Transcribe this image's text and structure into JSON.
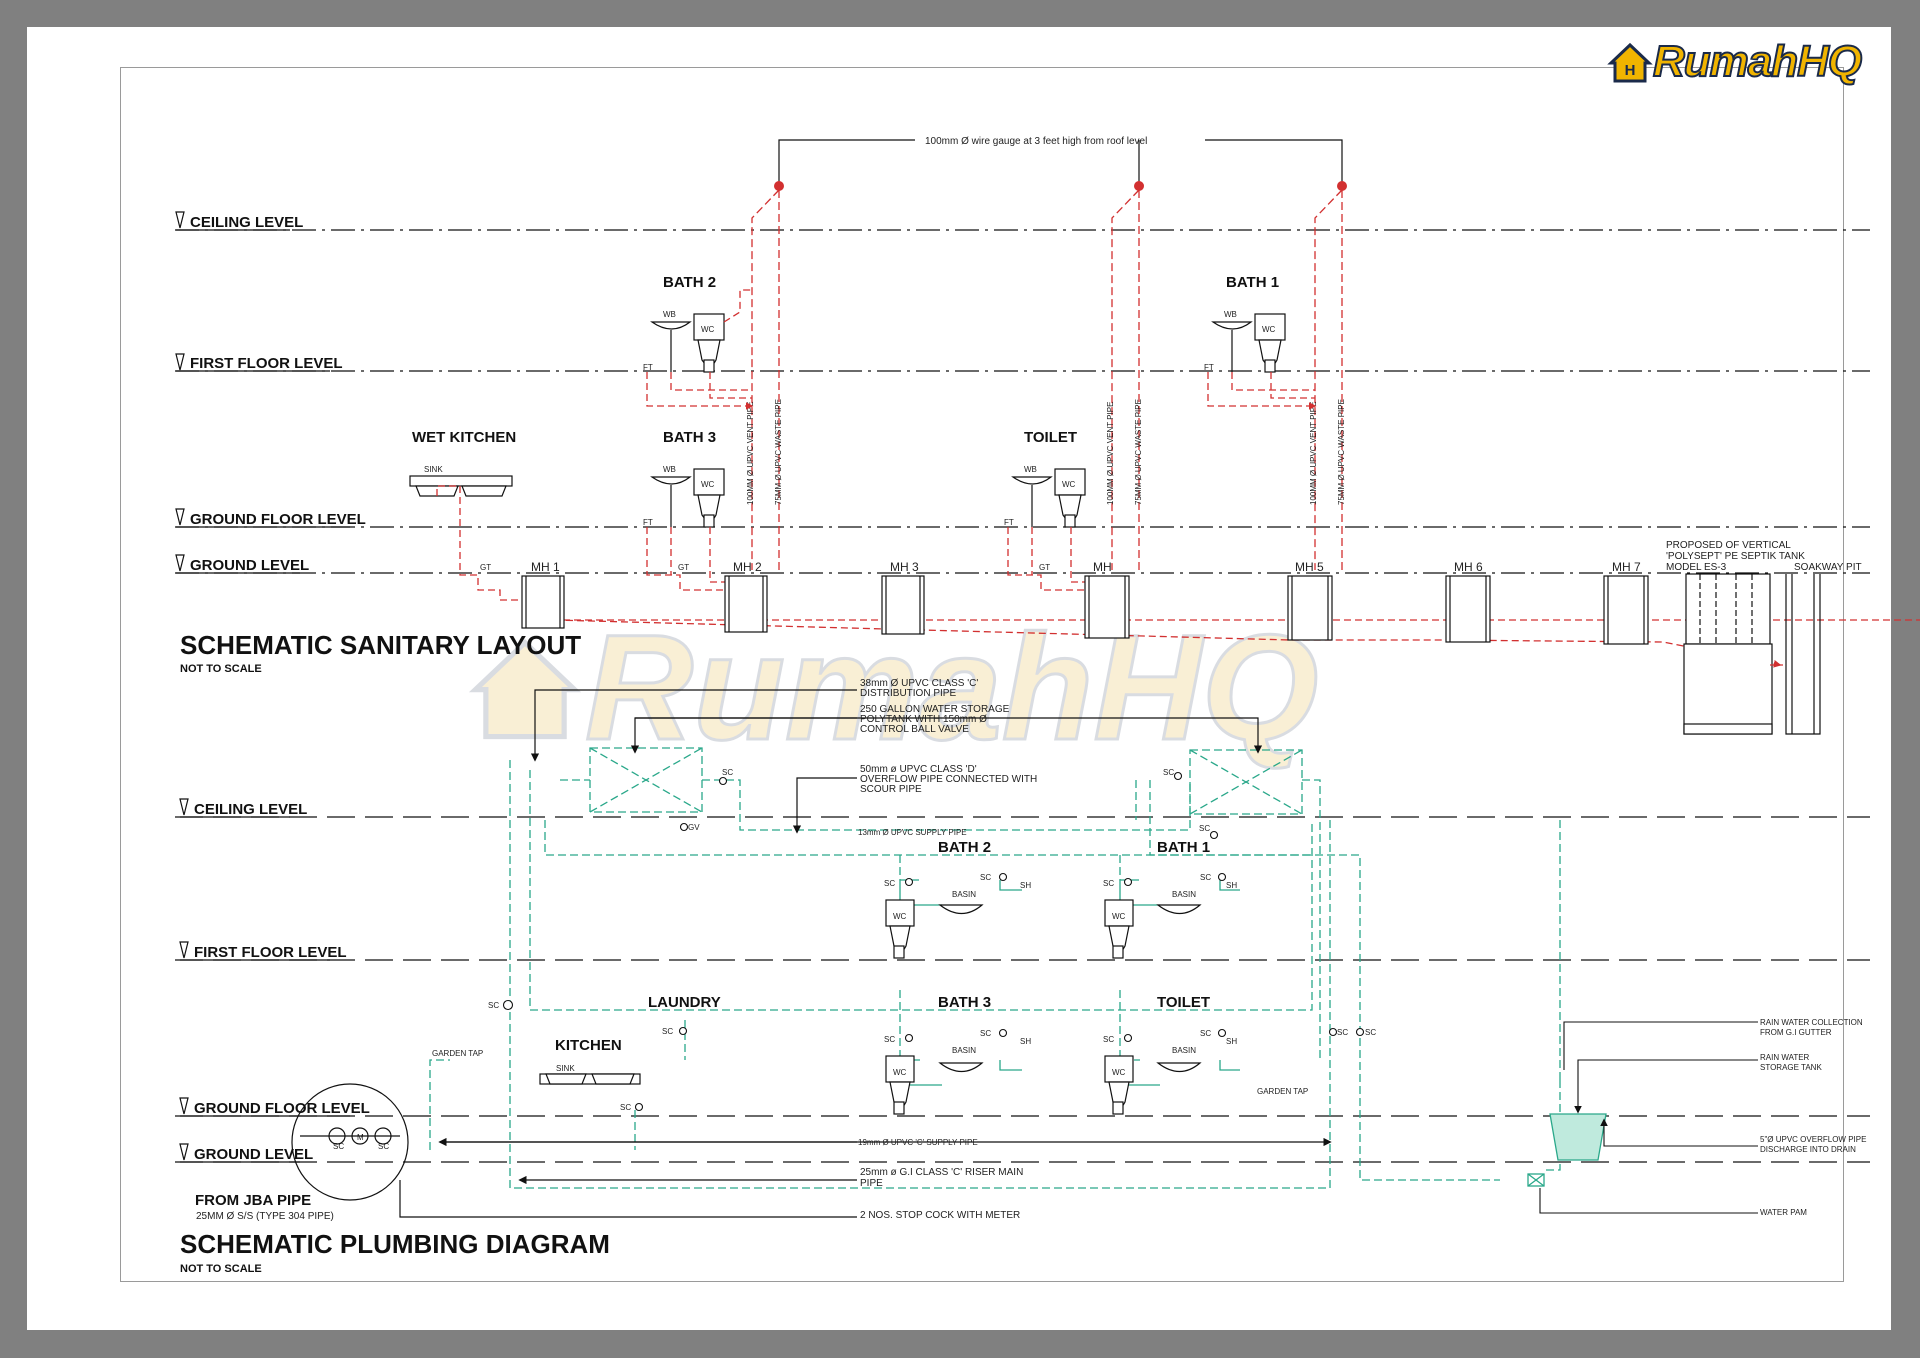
{
  "brand": {
    "name": "RumahHQ",
    "watermark": "RumahHQ"
  },
  "sanitary": {
    "title": "SCHEMATIC SANITARY LAYOUT",
    "subtitle": "NOT TO SCALE",
    "roof_note": "100mm Ø wire gauge at 3 feet high from roof level",
    "levels": {
      "ceiling": "CEILING LEVEL",
      "first_floor": "FIRST  FLOOR LEVEL",
      "ground_floor": "GROUND  FLOOR LEVEL",
      "ground": "GROUND LEVEL"
    },
    "rooms": {
      "bath2": "BATH 2",
      "bath1": "BATH 1",
      "bath3": "BATH 3",
      "toilet": "TOILET",
      "wet_kitchen": "WET KITCHEN"
    },
    "fixtures": {
      "wb": "WB",
      "wc": "WC",
      "ft": "FT",
      "sink": "SINK",
      "gt": "GT"
    },
    "manholes": [
      "MH 1",
      "MH 2",
      "MH 3",
      "MH",
      "MH 5",
      "MH 6",
      "MH 7"
    ],
    "pipes": {
      "vent": "100MM Ø UPVC VENT PIPE",
      "waste": "75MM Ø UPVC WASTE PIPE"
    },
    "septic_note": [
      "PROPOSED OF VERTICAL",
      "'POLYSEPT' PE SEPTIK TANK",
      "MODEL ES-3"
    ],
    "soakaway": "SOAKWAY PIT"
  },
  "plumbing": {
    "title": "SCHEMATIC PLUMBING DIAGRAM",
    "subtitle": "NOT TO SCALE",
    "levels": {
      "ceiling": "CEILING LEVEL",
      "first_floor": "FIRST  FLOOR LEVEL",
      "ground_floor": "GROUND  FLOOR LEVEL",
      "ground": "GROUND LEVEL"
    },
    "rooms": {
      "bath2": "BATH 2",
      "bath1": "BATH 1",
      "bath3": "BATH 3",
      "toilet": "TOILET",
      "laundry": "LAUNDRY",
      "kitchen": "KITCHEN"
    },
    "fixtures": {
      "sc": "SC",
      "wc": "WC",
      "basin": "BASIN",
      "sh": "SH",
      "sink": "SINK",
      "gv": "GV",
      "m": "M",
      "garden_tap": "GARDEN TAP"
    },
    "notes": {
      "distribution": [
        "38mm Ø UPVC CLASS 'C'",
        "DISTRIBUTION PIPE"
      ],
      "storage": [
        "250 GALLON WATER STORAGE",
        "POLYTANK WITH 150mm Ø",
        "CONTROL BALL VALVE"
      ],
      "overflow": [
        "50mm ø UPVC CLASS 'D'",
        "OVERFLOW PIPE CONNECTED WITH",
        "SCOUR PIPE"
      ],
      "supply13": "13mm Ø UPVC SUPPLY PIPE",
      "supply19": "19mm Ø UPVC 'C' SUPPLY PIPE",
      "riser": [
        "25mm ø G.I CLASS 'C' RISER MAIN",
        "PIPE"
      ],
      "stopcock": "2 NOS. STOP COCK WITH METER",
      "jba_title": "FROM JBA PIPE",
      "jba_sub": "25MM Ø S/S (TYPE 304 PIPE)",
      "rain_collection": [
        "RAIN WATER COLLECTION",
        "FROM G.I GUTTER"
      ],
      "rain_storage": [
        "RAIN WATER",
        "STORAGE TANK"
      ],
      "rain_overflow": [
        "5\"Ø UPVC OVERFLOW PIPE",
        "DISCHARGE INTO DRAIN"
      ],
      "water_pam": "WATER PAM"
    }
  },
  "colors": {
    "sanitary": "#d23030",
    "plumbing": "#2aa88a",
    "ink": "#111111"
  }
}
